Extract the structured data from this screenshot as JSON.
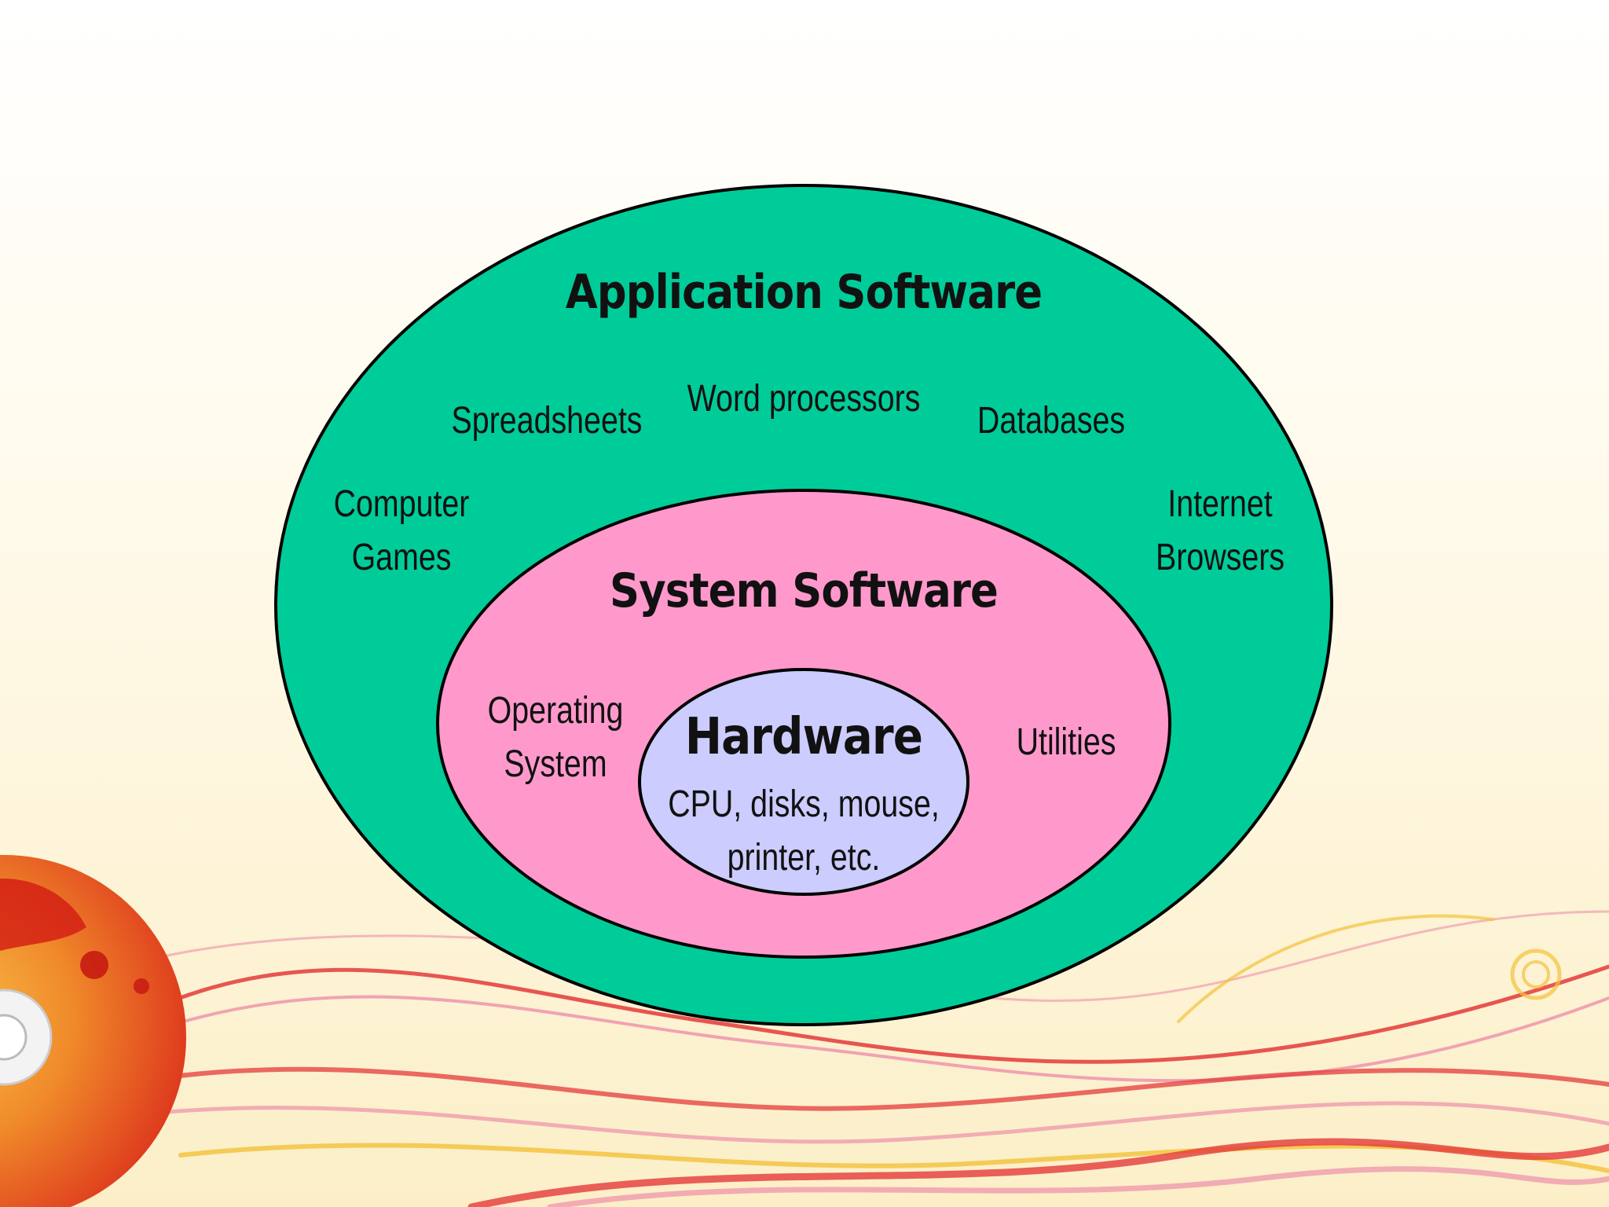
{
  "diagram": {
    "application_software": {
      "title": "Application Software",
      "items": {
        "word_processors": "Word processors",
        "spreadsheets": "Spreadsheets",
        "databases": "Databases",
        "computer_games_line1": "Computer",
        "computer_games_line2": "Games",
        "internet_browsers_line1": "Internet",
        "internet_browsers_line2": "Browsers"
      }
    },
    "system_software": {
      "title": "System Software",
      "items": {
        "operating_system_line1": "Operating",
        "operating_system_line2": "System",
        "utilities": "Utilities"
      }
    },
    "hardware": {
      "title": "Hardware",
      "items": {
        "line1": "CPU, disks, mouse,",
        "line2": "printer, etc."
      }
    }
  },
  "colors": {
    "application_fill": "#00cc99",
    "system_fill": "#ff99cc",
    "hardware_fill": "#ccccff",
    "outline": "#000000",
    "background_top": "#ffffff",
    "background_bottom": "#fdf0c6",
    "disc_red": "#e8321e",
    "disc_orange": "#f59a2a",
    "ribbon_red": "#e33a3a",
    "ribbon_pink": "#ee8faa",
    "ribbon_yellow": "#f2c23a"
  }
}
